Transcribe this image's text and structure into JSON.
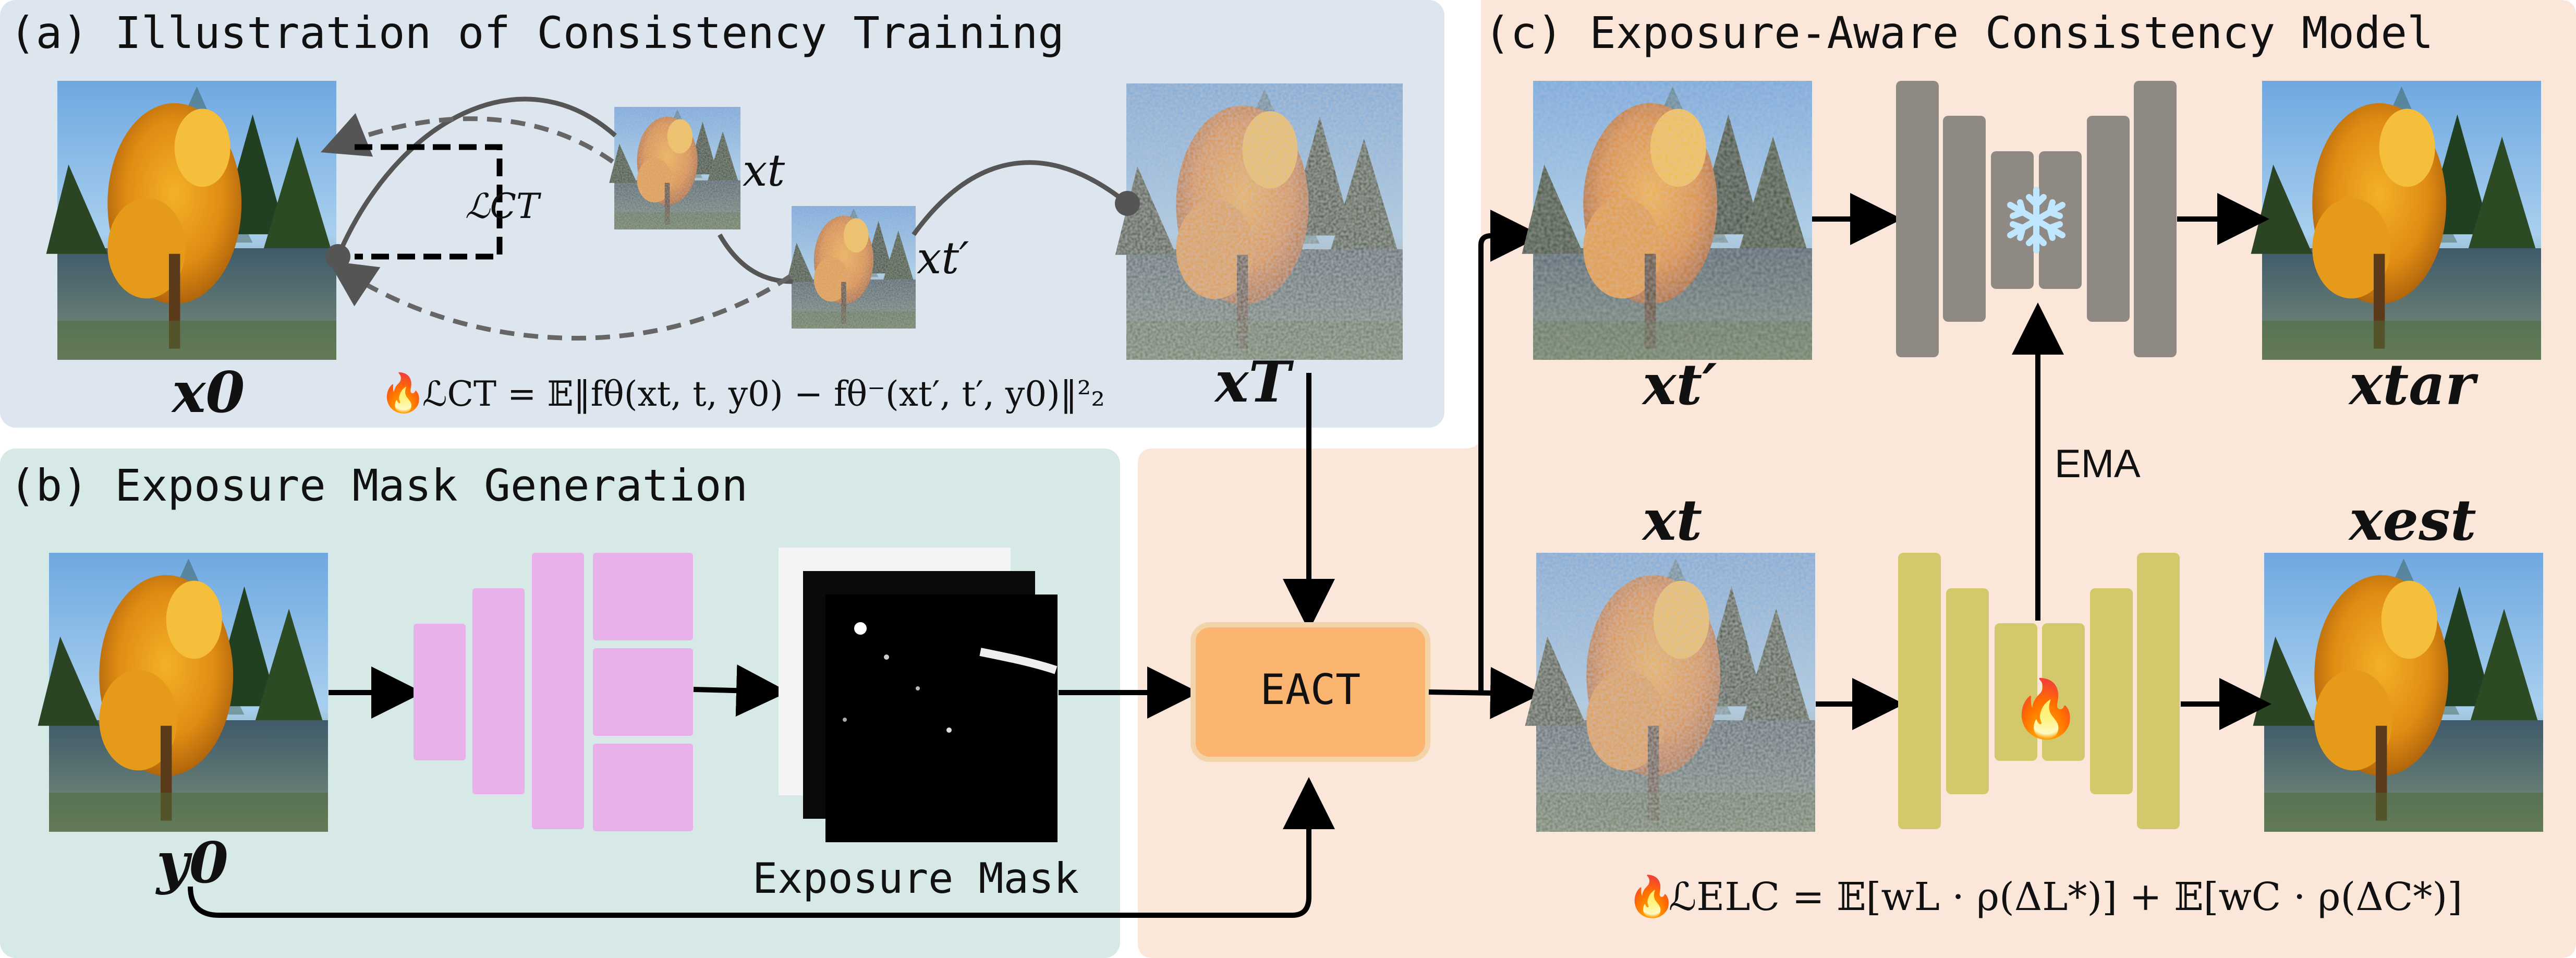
{
  "panels": {
    "a": {
      "title": "(a) Illustration of Consistency Training"
    },
    "b": {
      "title": "(b) Exposure Mask Generation"
    },
    "c": {
      "title": "(c) Exposure-Aware Consistency Model"
    }
  },
  "labels": {
    "x0": "x0",
    "xt": "xt",
    "xt_prime": "xt′",
    "xT": "xT",
    "loss_ct_small": "ℒCT",
    "loss_ct_formula": "ℒCT = 𝔼‖fθ(xt, t, y0) − fθ⁻(xt′, t′, y0)‖²₂",
    "y0": "y0",
    "exposure_mask": "Exposure Mask",
    "eact": "EACT",
    "c_xt_prime": "xt′",
    "c_xt": "xt",
    "x_tar": "xtar",
    "x_est": "xest",
    "ema": "EMA",
    "loss_elc_formula": "ℒELC = 𝔼[wL · ρ(ΔL*)] + 𝔼[wC · ρ(ΔC*)]"
  },
  "icons": {
    "fire": "fire-icon",
    "snowflake": "snowflake-icon"
  },
  "colors": {
    "panel_a_bg": "#dde6ef",
    "panel_b_bg": "#d6e9e6",
    "panel_c_bg": "#fbe6da",
    "mask_net": "#e8b1ec",
    "frozen_net": "#8f8984",
    "trainable_net": "#d3c86b",
    "eact_box": "#fbb571"
  }
}
